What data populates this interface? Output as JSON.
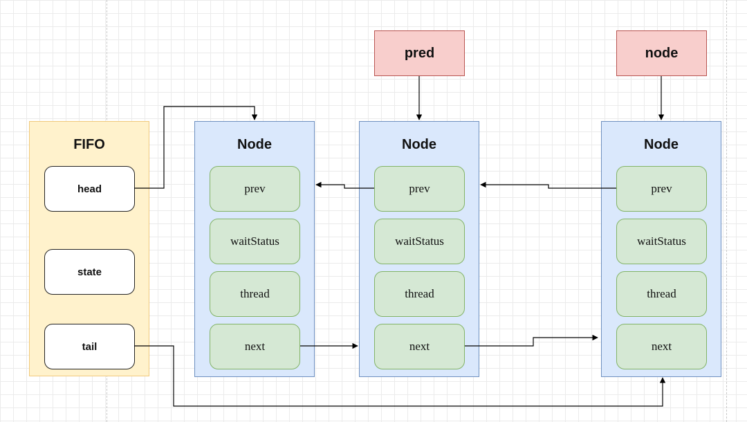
{
  "fifo": {
    "title": "FIFO",
    "fields": [
      "head",
      "state",
      "tail"
    ]
  },
  "nodes": [
    {
      "title": "Node",
      "fields": [
        "prev",
        "waitStatus",
        "thread",
        "next"
      ]
    },
    {
      "title": "Node",
      "fields": [
        "prev",
        "waitStatus",
        "thread",
        "next"
      ]
    },
    {
      "title": "Node",
      "fields": [
        "prev",
        "waitStatus",
        "thread",
        "next"
      ]
    }
  ],
  "pointers": {
    "pred": "pred",
    "node": "node"
  },
  "colors": {
    "fifo_fill": "#fff2cc",
    "fifo_border": "#f0c87a",
    "node_fill": "#dae8fc",
    "node_border": "#6c8ebf",
    "field_fill": "#d5e8d4",
    "field_border": "#82b366",
    "pointer_fill": "#f8cecc",
    "pointer_border": "#b85450"
  }
}
